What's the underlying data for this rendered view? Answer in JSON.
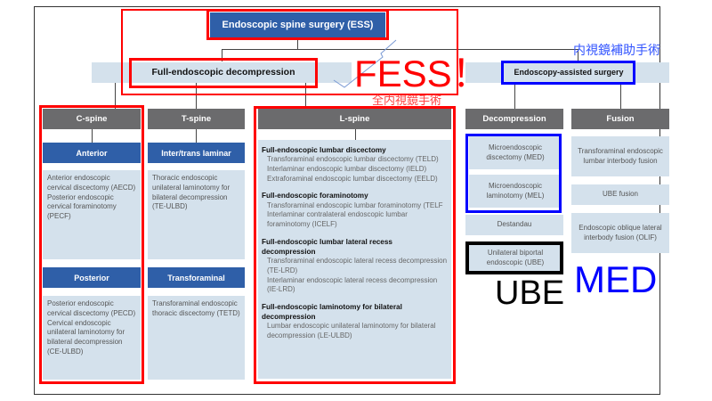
{
  "root": "Endoscopic spine surgery (ESS)",
  "full_endo": "Full-endoscopic decompression",
  "assisted": "Endoscopy-assisted surgery",
  "annotations": {
    "fess": "FESS！",
    "fess_zh": "全内視鏡手術",
    "assisted_zh": "内視鏡補助手術",
    "med": "MED",
    "ube": "UBE"
  },
  "cspine": {
    "title": "C-spine",
    "anterior": "Anterior",
    "anterior_text": "Anterior endoscopic cervical discectomy (AECD)\nPosterior endoscopic cervical foraminotomy (PECF)",
    "posterior": "Posterior",
    "posterior_text": "Posterior endoscopic cervical discectomy (PECD)\nCervical endoscopic unilateral laminotomy for bilateral decompression (CE-ULBD)"
  },
  "tspine": {
    "title": "T-spine",
    "inter": "Inter/trans laminar",
    "inter_text": "Thoracic endoscopic unilateral laminotomy for bilateral decompression (TE-ULBD)",
    "trans": "Transforaminal",
    "trans_text": "Transforaminal endoscopic thoracic discectomy (TETD)"
  },
  "lspine": {
    "title": "L-spine",
    "sections": [
      {
        "heading": "Full-endoscopic lumbar discectomy",
        "items": [
          "Transforaminal endoscopic lumbar discectomy (TELD)",
          "Interlaminar endoscopic lumbar discectomy (IELD)",
          "Extraforaminal endoscopic lumbar discectomy (EELD)"
        ]
      },
      {
        "heading": "Full-endoscopic foraminotomy",
        "items": [
          "Transforaminal endoscopic lumbar foraminotomy (TELF",
          "Interlaminar contralateral endoscopic lumbar foraminotomy (ICELF)"
        ]
      },
      {
        "heading": "Full-endoscopic lumbar lateral recess decompression",
        "items": [
          "Transforaminal endoscopic lateral recess decompression (TE-LRD)",
          "Interlaminar endoscopic lateral recess decompression (IE-LRD)"
        ]
      },
      {
        "heading": "Full-endoscopic laminotomy for bilateral decompression",
        "items": [
          "Lumbar endoscopic unilateral laminotomy for bilateral decompression (LE-ULBD)"
        ]
      }
    ]
  },
  "decompression": {
    "title": "Decompression",
    "items": [
      "Microendoscopic discectomy (MED)",
      "Microendoscopic laminotomy (MEL)",
      "Destandau",
      "Unilateral biportal endoscopic (UBE)"
    ]
  },
  "fusion": {
    "title": "Fusion",
    "items": [
      "Transforaminal endoscopic lumbar interbody fusion",
      "UBE fusion",
      "Endoscopic oblique lateral interbody fusion (OLIF)"
    ]
  }
}
